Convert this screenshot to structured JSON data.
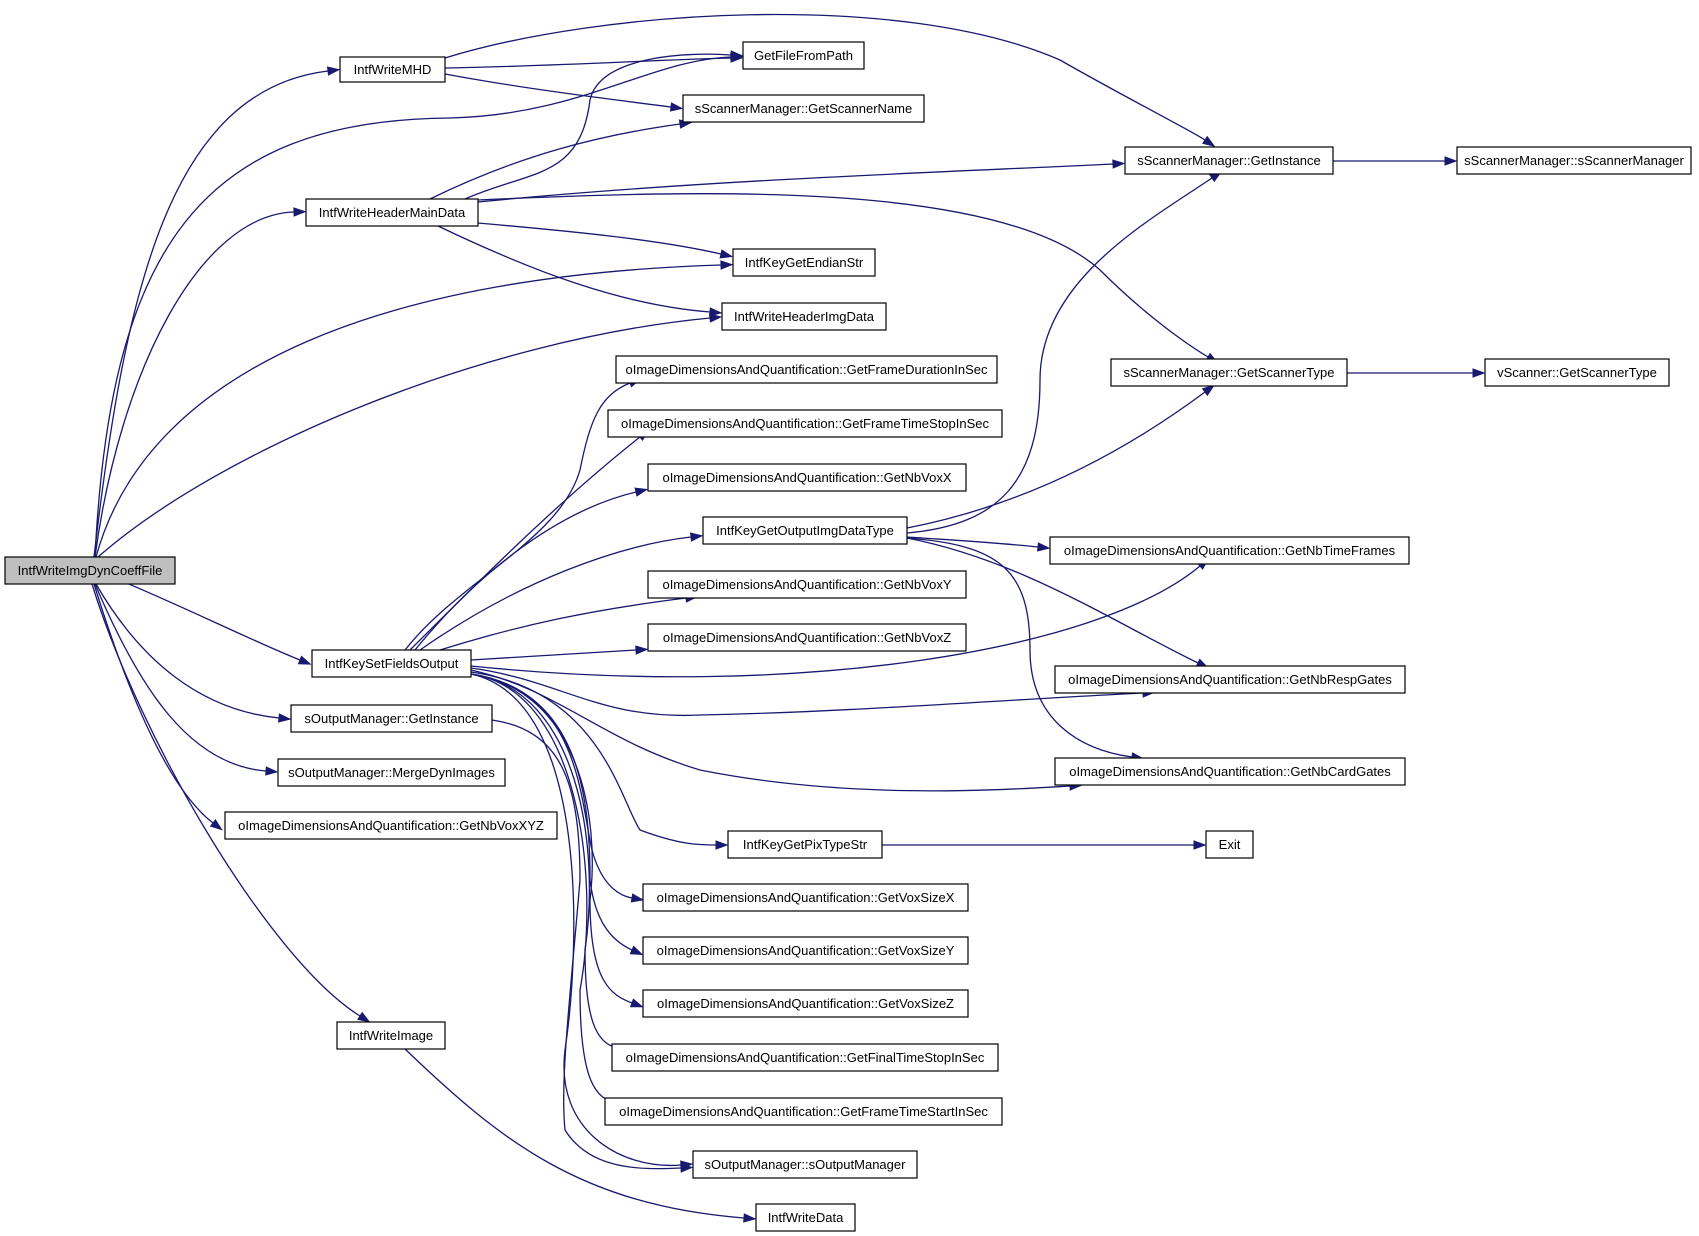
{
  "graph": {
    "root": "IntfWriteImgDynCoeffFile",
    "nodes": [
      {
        "id": "root",
        "label": "IntfWriteImgDynCoeffFile",
        "root": true
      },
      {
        "id": "writeMHD",
        "label": "IntfWriteMHD"
      },
      {
        "id": "getFileFromPath",
        "label": "GetFileFromPath"
      },
      {
        "id": "getScannerName",
        "label": "sScannerManager::GetScannerName"
      },
      {
        "id": "scanGetInstance",
        "label": "sScannerManager::GetInstance"
      },
      {
        "id": "scanCtor",
        "label": "sScannerManager::sScannerManager"
      },
      {
        "id": "writeHeaderMain",
        "label": "IntfWriteHeaderMainData"
      },
      {
        "id": "keyEndian",
        "label": "IntfKeyGetEndianStr"
      },
      {
        "id": "writeHeaderImg",
        "label": "IntfWriteHeaderImgData"
      },
      {
        "id": "scanGetType",
        "label": "sScannerManager::GetScannerType"
      },
      {
        "id": "vScanGetType",
        "label": "vScanner::GetScannerType"
      },
      {
        "id": "frameDuration",
        "label": "oImageDimensionsAndQuantification::GetFrameDurationInSec"
      },
      {
        "id": "frameStop",
        "label": "oImageDimensionsAndQuantification::GetFrameTimeStopInSec"
      },
      {
        "id": "nbVoxX",
        "label": "oImageDimensionsAndQuantification::GetNbVoxX"
      },
      {
        "id": "keyOutType",
        "label": "IntfKeyGetOutputImgDataType"
      },
      {
        "id": "nbTimeFrames",
        "label": "oImageDimensionsAndQuantification::GetNbTimeFrames"
      },
      {
        "id": "nbVoxY",
        "label": "oImageDimensionsAndQuantification::GetNbVoxY"
      },
      {
        "id": "nbVoxZ",
        "label": "oImageDimensionsAndQuantification::GetNbVoxZ"
      },
      {
        "id": "keySetFields",
        "label": "IntfKeySetFieldsOutput"
      },
      {
        "id": "nbRespGates",
        "label": "oImageDimensionsAndQuantification::GetNbRespGates"
      },
      {
        "id": "outGetInstance",
        "label": "sOutputManager::GetInstance"
      },
      {
        "id": "nbCardGates",
        "label": "oImageDimensionsAndQuantification::GetNbCardGates"
      },
      {
        "id": "mergeDyn",
        "label": "sOutputManager::MergeDynImages"
      },
      {
        "id": "nbVoxXYZ",
        "label": "oImageDimensionsAndQuantification::GetNbVoxXYZ"
      },
      {
        "id": "keyPixType",
        "label": "IntfKeyGetPixTypeStr"
      },
      {
        "id": "exit",
        "label": "Exit"
      },
      {
        "id": "voxSizeX",
        "label": "oImageDimensionsAndQuantification::GetVoxSizeX"
      },
      {
        "id": "voxSizeY",
        "label": "oImageDimensionsAndQuantification::GetVoxSizeY"
      },
      {
        "id": "voxSizeZ",
        "label": "oImageDimensionsAndQuantification::GetVoxSizeZ"
      },
      {
        "id": "writeImage",
        "label": "IntfWriteImage"
      },
      {
        "id": "finalStop",
        "label": "oImageDimensionsAndQuantification::GetFinalTimeStopInSec"
      },
      {
        "id": "frameStart",
        "label": "oImageDimensionsAndQuantification::GetFrameTimeStartInSec"
      },
      {
        "id": "outCtor",
        "label": "sOutputManager::sOutputManager"
      },
      {
        "id": "writeData",
        "label": "IntfWriteData"
      }
    ],
    "edges": [
      [
        "root",
        "writeMHD"
      ],
      [
        "root",
        "getFileFromPath"
      ],
      [
        "root",
        "writeHeaderMain"
      ],
      [
        "root",
        "keyEndian"
      ],
      [
        "root",
        "writeHeaderImg"
      ],
      [
        "root",
        "keySetFields"
      ],
      [
        "root",
        "outGetInstance"
      ],
      [
        "root",
        "mergeDyn"
      ],
      [
        "root",
        "nbVoxXYZ"
      ],
      [
        "root",
        "writeImage"
      ],
      [
        "writeMHD",
        "getFileFromPath"
      ],
      [
        "writeMHD",
        "getScannerName"
      ],
      [
        "writeMHD",
        "scanGetInstance"
      ],
      [
        "writeHeaderMain",
        "getFileFromPath"
      ],
      [
        "writeHeaderMain",
        "getScannerName"
      ],
      [
        "writeHeaderMain",
        "scanGetInstance"
      ],
      [
        "writeHeaderMain",
        "keyEndian"
      ],
      [
        "writeHeaderMain",
        "writeHeaderImg"
      ],
      [
        "writeHeaderMain",
        "scanGetType"
      ],
      [
        "scanGetInstance",
        "scanCtor"
      ],
      [
        "scanGetType",
        "vScanGetType"
      ],
      [
        "keyOutType",
        "scanGetInstance"
      ],
      [
        "keyOutType",
        "scanGetType"
      ],
      [
        "keyOutType",
        "nbTimeFrames"
      ],
      [
        "keyOutType",
        "nbRespGates"
      ],
      [
        "keyOutType",
        "nbCardGates"
      ],
      [
        "keySetFields",
        "frameDuration"
      ],
      [
        "keySetFields",
        "frameStop"
      ],
      [
        "keySetFields",
        "nbVoxX"
      ],
      [
        "keySetFields",
        "keyOutType"
      ],
      [
        "keySetFields",
        "nbVoxY"
      ],
      [
        "keySetFields",
        "nbVoxZ"
      ],
      [
        "keySetFields",
        "nbTimeFrames"
      ],
      [
        "keySetFields",
        "nbRespGates"
      ],
      [
        "keySetFields",
        "nbCardGates"
      ],
      [
        "keySetFields",
        "keyPixType"
      ],
      [
        "keySetFields",
        "voxSizeX"
      ],
      [
        "keySetFields",
        "voxSizeY"
      ],
      [
        "keySetFields",
        "voxSizeZ"
      ],
      [
        "keySetFields",
        "finalStop"
      ],
      [
        "keySetFields",
        "frameStart"
      ],
      [
        "keySetFields",
        "outCtor"
      ],
      [
        "outGetInstance",
        "outCtor"
      ],
      [
        "keyPixType",
        "exit"
      ],
      [
        "writeImage",
        "writeData"
      ]
    ]
  }
}
